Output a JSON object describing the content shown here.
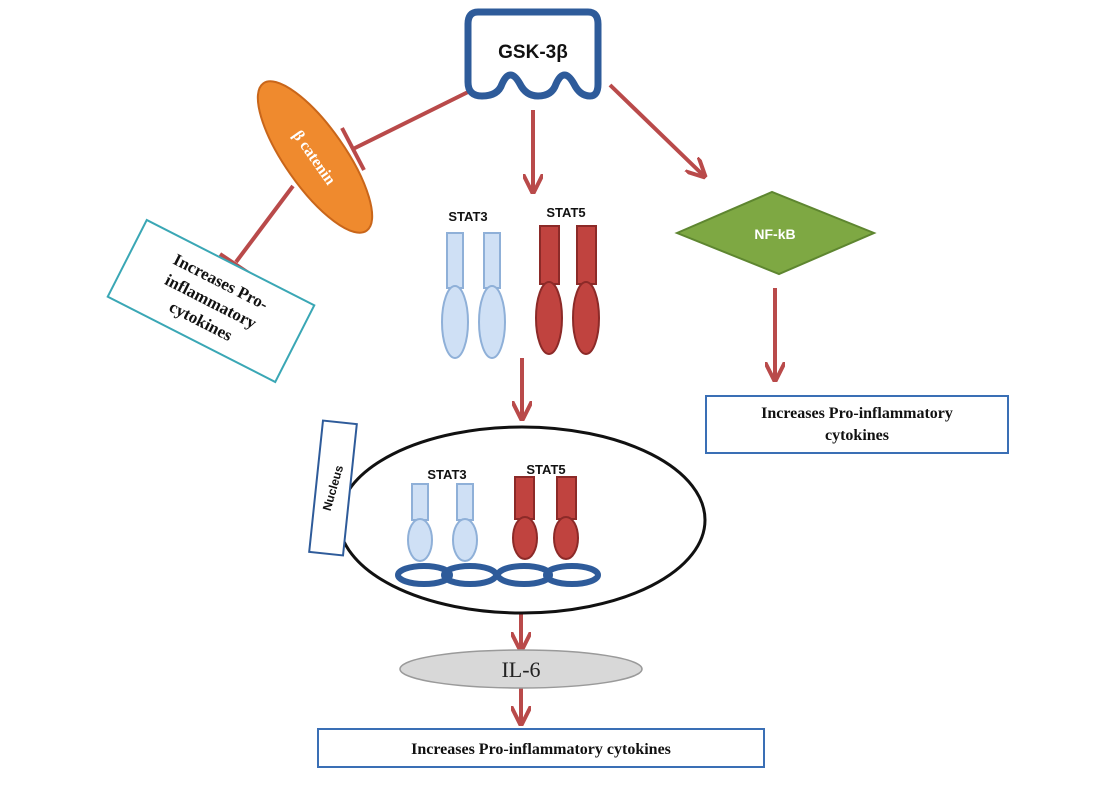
{
  "colors": {
    "arrow": "#b94a4a",
    "gsk_outline": "#2e5b9a",
    "catenin_fill": "#ef8a2e",
    "nfkb_fill": "#7ea843",
    "stat3_fill": "#cfe0f5",
    "stat3_stroke": "#8fb0d8",
    "stat5_fill": "#c0433f",
    "stat5_stroke": "#8c2a28",
    "dna_stroke": "#2e5b9a",
    "box_teal": "#3aa7b5",
    "box_blue": "#3a6fb5",
    "il6_fill": "#d8d8d8"
  },
  "nodes": {
    "gsk3b": "GSK-3β",
    "beta_catenin": "β catenin",
    "nfkb": "NF-kB",
    "il6": "IL-6",
    "nucleus": "Nucleus",
    "stat3_top": "STAT3",
    "stat5_top": "STAT5",
    "stat3_nucleus": "STAT3",
    "stat5_nucleus": "STAT5"
  },
  "boxes": {
    "left": [
      "Increases Pro-",
      "inflammatory",
      "cytokines"
    ],
    "right": [
      "Increases Pro-inflammatory",
      "cytokines"
    ],
    "bottom": "Increases Pro-inflammatory cytokines"
  }
}
